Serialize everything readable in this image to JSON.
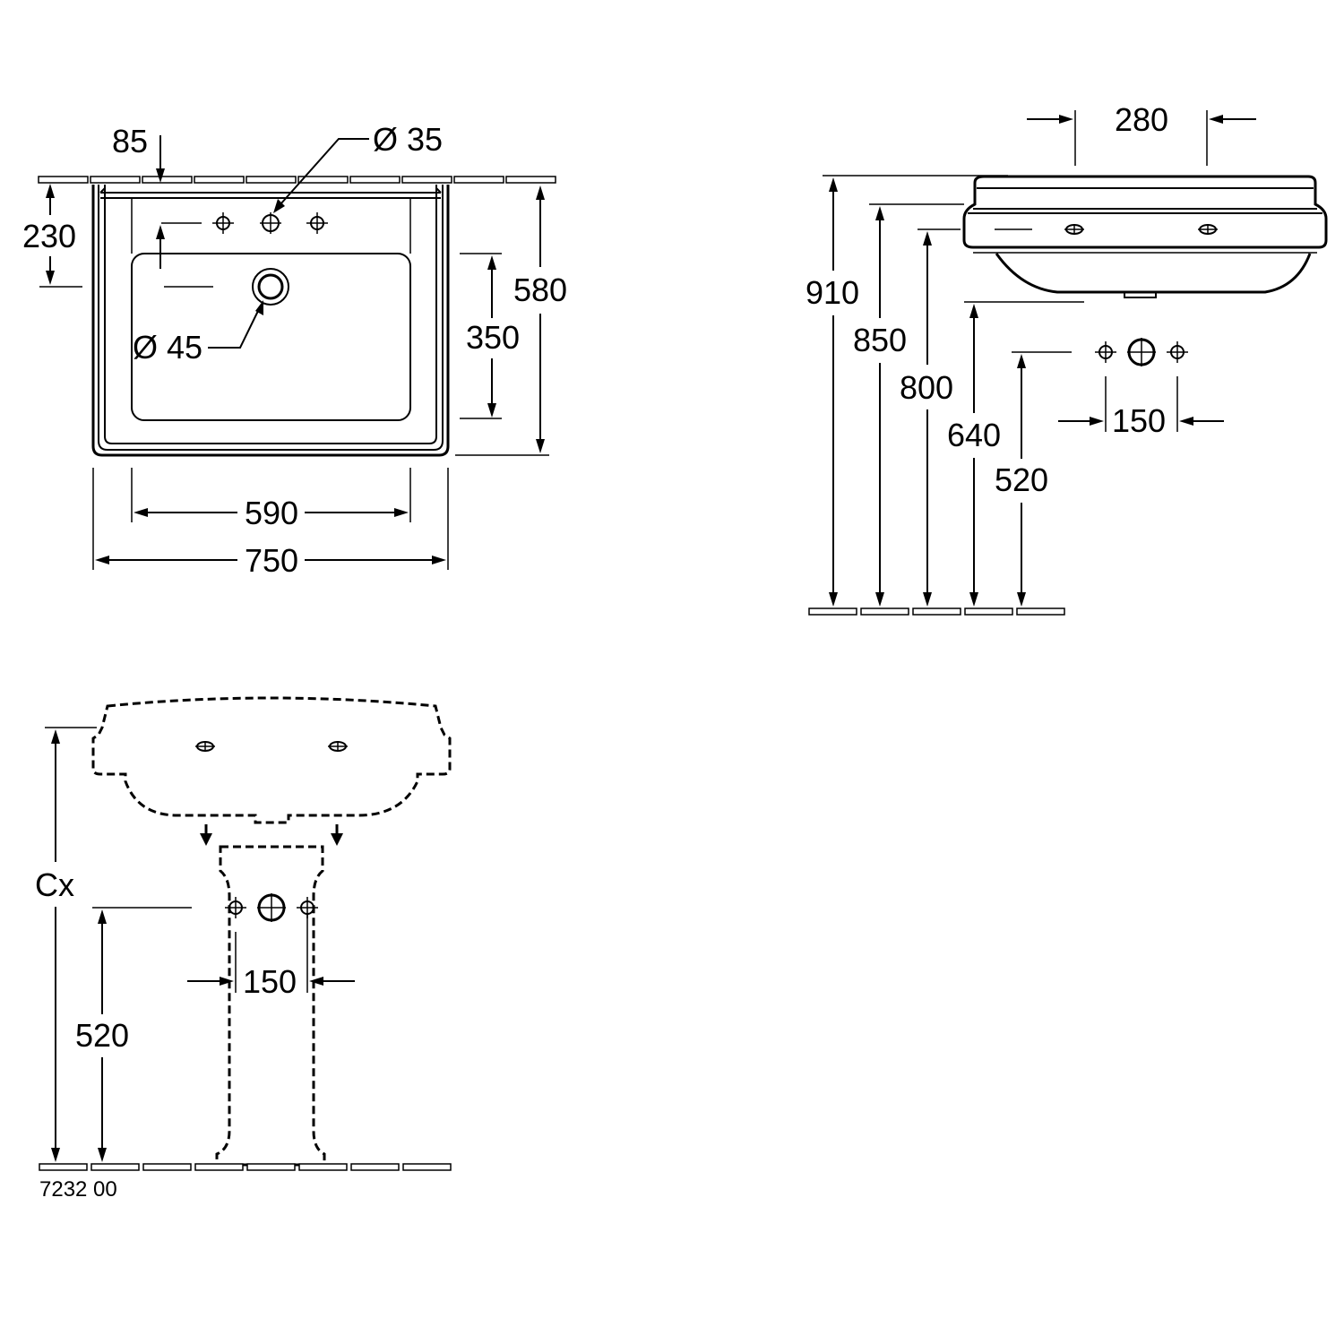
{
  "top_view": {
    "dim_85": "85",
    "dim_dia35": "Ø 35",
    "dim_230": "230",
    "dim_580": "580",
    "dim_350": "350",
    "dim_dia45": "Ø 45",
    "dim_590": "590",
    "dim_750": "750"
  },
  "side_view": {
    "dim_280": "280",
    "dim_910": "910",
    "dim_850": "850",
    "dim_800": "800",
    "dim_640": "640",
    "dim_520": "520",
    "dim_150": "150"
  },
  "front_view": {
    "dim_cx": "Cx",
    "dim_520": "520",
    "dim_150": "150"
  },
  "article_number": "7232 00"
}
